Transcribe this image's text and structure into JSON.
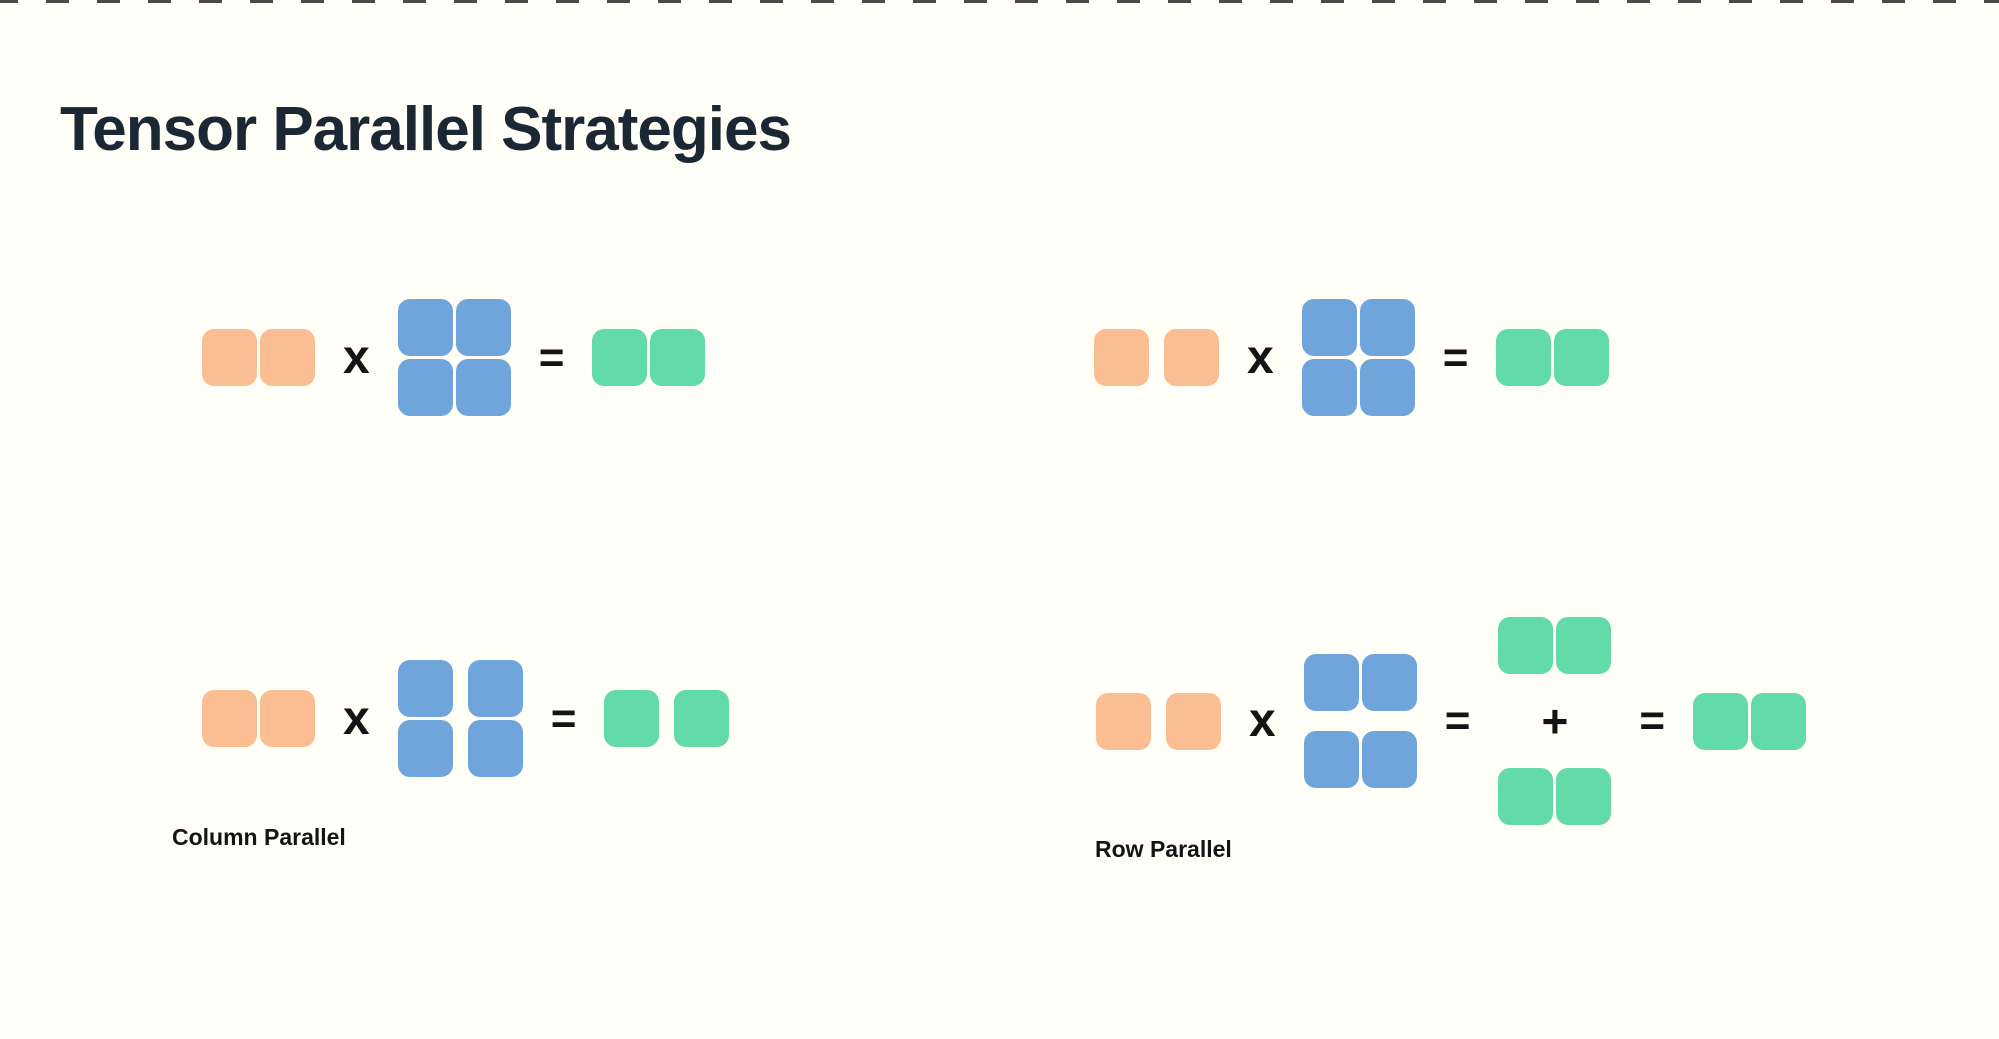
{
  "page": {
    "background": "#FFFEF7",
    "edge_dash_color": "#2A2A2A"
  },
  "title": {
    "text": "Tensor Parallel Strategies",
    "color": "#1B2733"
  },
  "colors": {
    "input": "#FBBE92",
    "weight": "#6FA5DB",
    "output": "#62DBA6"
  },
  "operators": {
    "multiply": "x",
    "equals": "=",
    "plus": "+"
  },
  "labels": {
    "column_parallel": "Column Parallel",
    "row_parallel": "Row Parallel"
  },
  "diagrams": {
    "replicated_top_left": {
      "items": [
        {
          "kind": "cluster",
          "role": "input",
          "rows": 1,
          "cols": 2,
          "split": "none",
          "name": "input-row-vector"
        },
        {
          "kind": "op",
          "op": "multiply"
        },
        {
          "kind": "cluster",
          "role": "weight",
          "rows": 2,
          "cols": 2,
          "split": "none",
          "name": "weight-matrix"
        },
        {
          "kind": "op",
          "op": "equals"
        },
        {
          "kind": "cluster",
          "role": "output",
          "rows": 1,
          "cols": 2,
          "split": "none",
          "name": "output-row-vector"
        }
      ]
    },
    "replicated_top_right": {
      "items": [
        {
          "kind": "cluster",
          "role": "input",
          "rows": 1,
          "cols": 2,
          "split": "cols",
          "name": "input-row-vector-sharded"
        },
        {
          "kind": "op",
          "op": "multiply"
        },
        {
          "kind": "cluster",
          "role": "weight",
          "rows": 2,
          "cols": 2,
          "split": "none",
          "name": "weight-matrix"
        },
        {
          "kind": "op",
          "op": "equals"
        },
        {
          "kind": "cluster",
          "role": "output",
          "rows": 1,
          "cols": 2,
          "split": "none",
          "name": "output-row-vector"
        }
      ]
    },
    "column_parallel": {
      "items": [
        {
          "kind": "cluster",
          "role": "input",
          "rows": 1,
          "cols": 2,
          "split": "none",
          "name": "input-row-vector"
        },
        {
          "kind": "op",
          "op": "multiply"
        },
        {
          "kind": "cluster",
          "role": "weight",
          "rows": 2,
          "cols": 2,
          "split": "cols",
          "name": "weight-matrix-column-sharded"
        },
        {
          "kind": "op",
          "op": "equals"
        },
        {
          "kind": "cluster",
          "role": "output",
          "rows": 1,
          "cols": 2,
          "split": "cols",
          "name": "output-row-vector-sharded"
        }
      ]
    },
    "row_parallel": {
      "items": [
        {
          "kind": "cluster",
          "role": "input",
          "rows": 1,
          "cols": 2,
          "split": "cols",
          "name": "input-row-vector-sharded"
        },
        {
          "kind": "op",
          "op": "multiply"
        },
        {
          "kind": "cluster",
          "role": "weight",
          "rows": 2,
          "cols": 2,
          "split": "rows",
          "name": "weight-matrix-row-sharded"
        },
        {
          "kind": "op",
          "op": "equals"
        },
        {
          "kind": "stack",
          "name": "partial-output-stack",
          "items": [
            {
              "kind": "cluster",
              "role": "output",
              "rows": 1,
              "cols": 2,
              "split": "none",
              "name": "partial-output-top"
            },
            {
              "kind": "op",
              "op": "plus"
            },
            {
              "kind": "cluster",
              "role": "output",
              "rows": 1,
              "cols": 2,
              "split": "none",
              "name": "partial-output-bottom"
            }
          ]
        },
        {
          "kind": "op",
          "op": "equals"
        },
        {
          "kind": "cluster",
          "role": "output",
          "rows": 1,
          "cols": 2,
          "split": "none",
          "name": "output-row-vector"
        }
      ]
    }
  }
}
